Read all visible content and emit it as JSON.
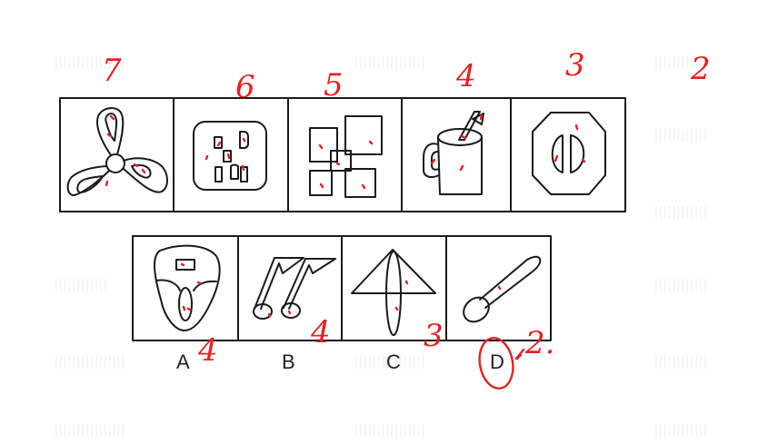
{
  "question_sequence": {
    "panels": [
      {
        "id": "p1",
        "depicts": "fan-icon",
        "annotation": "7"
      },
      {
        "id": "p2",
        "depicts": "socket-icon",
        "annotation": "6"
      },
      {
        "id": "p3",
        "depicts": "squares-icon",
        "annotation": "5"
      },
      {
        "id": "p4",
        "depicts": "mug-icon",
        "annotation": "4"
      },
      {
        "id": "p5",
        "depicts": "octagon-icon",
        "annotation": "3"
      }
    ],
    "next_annotation": "2"
  },
  "options": [
    {
      "label": "A",
      "depicts": "mouse-icon",
      "annotation": "4"
    },
    {
      "label": "B",
      "depicts": "music-note-icon",
      "annotation": "4"
    },
    {
      "label": "C",
      "depicts": "arrow-icon",
      "annotation": "3"
    },
    {
      "label": "D",
      "depicts": "spoon-icon",
      "annotation": "2."
    }
  ],
  "colors": {
    "line": "#1a1a1a",
    "ink": "#e52222",
    "watermark": "#f1f1f1"
  }
}
